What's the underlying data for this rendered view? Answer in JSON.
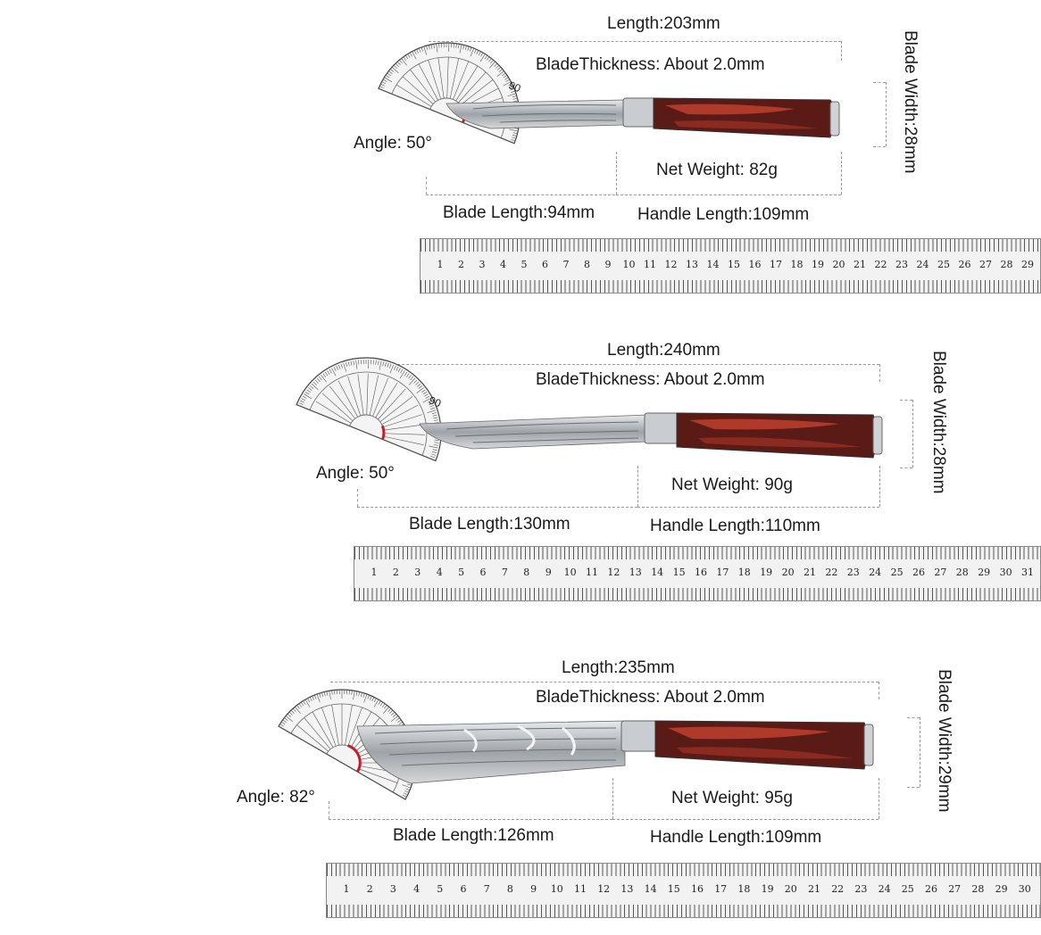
{
  "knives": [
    {
      "length": "Length:203mm",
      "thickness": "BladeThickness: About 2.0mm",
      "angle": "Angle: 50°",
      "weight": "Net Weight: 82g",
      "blade_length": "Blade Length:94mm",
      "handle_length": "Handle Length:109mm",
      "blade_width": "Blade Width:28mm",
      "ruler_numbers": [
        "1",
        "2",
        "3",
        "4",
        "5",
        "6",
        "7",
        "8",
        "9",
        "10",
        "11",
        "12",
        "13",
        "14",
        "15",
        "16",
        "17",
        "18",
        "19",
        "20",
        "21",
        "22",
        "23",
        "24",
        "25",
        "26",
        "27",
        "28",
        "29"
      ]
    },
    {
      "length": "Length:240mm",
      "thickness": "BladeThickness: About 2.0mm",
      "angle": "Angle: 50°",
      "weight": "Net Weight: 90g",
      "blade_length": "Blade Length:130mm",
      "handle_length": "Handle Length:110mm",
      "blade_width": "Blade Width:28mm",
      "ruler_numbers": [
        "1",
        "2",
        "3",
        "4",
        "5",
        "6",
        "7",
        "8",
        "9",
        "10",
        "11",
        "12",
        "13",
        "14",
        "15",
        "16",
        "17",
        "18",
        "19",
        "20",
        "21",
        "22",
        "23",
        "24",
        "25",
        "26",
        "27",
        "28",
        "29",
        "30",
        "31"
      ]
    },
    {
      "length": "Length:235mm",
      "thickness": "BladeThickness: About 2.0mm",
      "angle": "Angle: 82°",
      "weight": "Net Weight: 95g",
      "blade_length": "Blade Length:126mm",
      "handle_length": "Handle Length:109mm",
      "blade_width": "Blade Width:29mm",
      "ruler_numbers": [
        "1",
        "2",
        "3",
        "4",
        "5",
        "6",
        "7",
        "8",
        "9",
        "10",
        "11",
        "12",
        "13",
        "14",
        "15",
        "16",
        "17",
        "18",
        "19",
        "20",
        "21",
        "22",
        "23",
        "24",
        "25",
        "26",
        "27",
        "28",
        "29",
        "30"
      ]
    }
  ],
  "colors": {
    "handle": "#5a1a16",
    "handle_stripe": "#b03a2a",
    "blade": "#cfd2d6",
    "protractor_mark": "#c0202a"
  },
  "icons": [
    "protractor-icon",
    "knife-image",
    "ruler-image"
  ]
}
